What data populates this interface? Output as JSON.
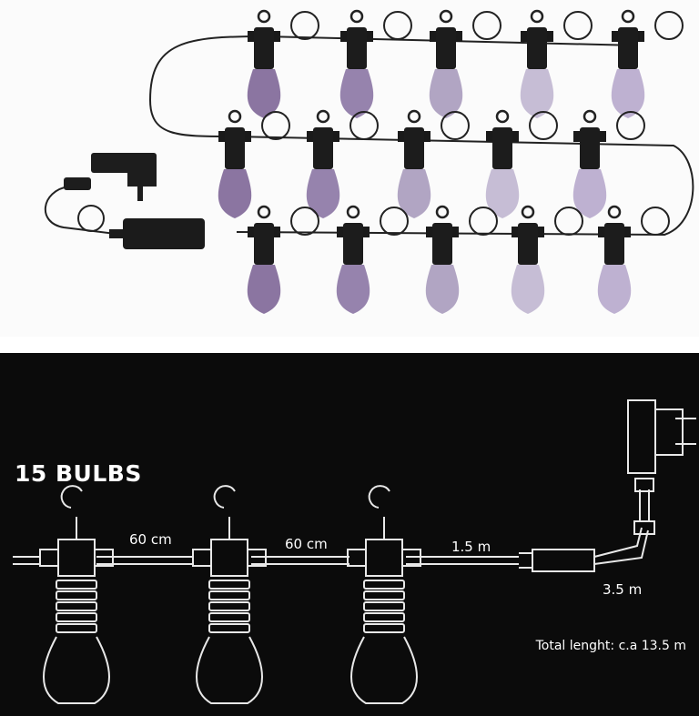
{
  "diagram": {
    "title": "15 BULBS",
    "spacing_label_1": "60 cm",
    "spacing_label_2": "60 cm",
    "lead_label": "1.5 m",
    "cable_label": "3.5 m",
    "total_length": "Total lenght: c.a 13.5 m"
  },
  "colors": {
    "panel_background": "#0b0b0b",
    "line_art": "#e8e8e8",
    "bulb_purple": "#9a84b0"
  }
}
